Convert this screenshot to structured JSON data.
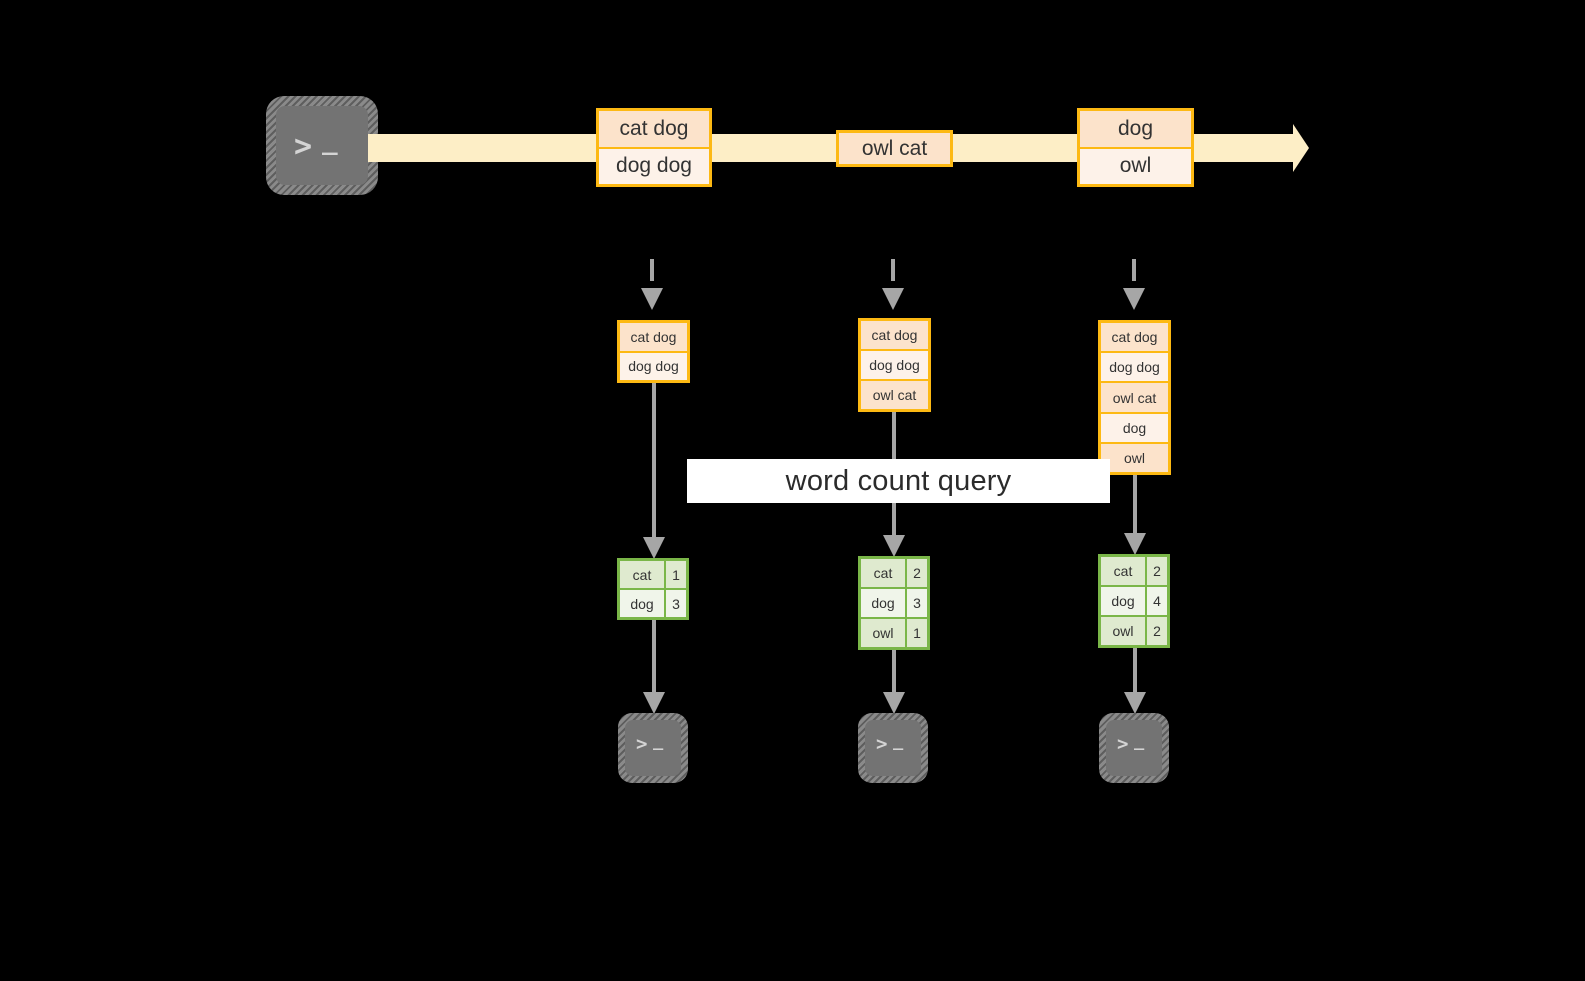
{
  "diagram": {
    "title_label": "word count query",
    "colors": {
      "background": "#000000",
      "stream_arrow": "#fdeec6",
      "record_border": "#fdb913",
      "record_fill_dark": "#fce3cb",
      "record_fill_light": "#fdf2e9",
      "table_border": "#7ab648",
      "table_fill_dark": "#dfeacf",
      "table_fill_light": "#f0f5ea",
      "connector": "#a6a6a6",
      "terminal_fill": "#737373",
      "label_band": "#ffffff"
    }
  },
  "source": {
    "icon": "terminal-icon",
    "glyph_prompt": ">",
    "glyph_cursor": "_"
  },
  "stream": {
    "events": [
      {
        "lines": [
          "cat dog",
          "dog dog"
        ]
      },
      {
        "lines": [
          "owl cat"
        ]
      },
      {
        "lines": [
          "dog",
          "owl"
        ]
      }
    ]
  },
  "snapshots": [
    {
      "state_lines": [
        "cat dog",
        "dog dog"
      ],
      "result": {
        "rows": [
          {
            "word": "cat",
            "count": "1"
          },
          {
            "word": "dog",
            "count": "3"
          }
        ]
      },
      "sink": {
        "icon": "terminal-icon",
        "glyph_prompt": ">",
        "glyph_cursor": "_"
      }
    },
    {
      "state_lines": [
        "cat dog",
        "dog dog",
        "owl cat"
      ],
      "result": {
        "rows": [
          {
            "word": "cat",
            "count": "2"
          },
          {
            "word": "dog",
            "count": "3"
          },
          {
            "word": "owl",
            "count": "1"
          }
        ]
      },
      "sink": {
        "icon": "terminal-icon",
        "glyph_prompt": ">",
        "glyph_cursor": "_"
      }
    },
    {
      "state_lines": [
        "cat dog",
        "dog dog",
        "owl cat",
        "dog",
        "owl"
      ],
      "result": {
        "rows": [
          {
            "word": "cat",
            "count": "2"
          },
          {
            "word": "dog",
            "count": "4"
          },
          {
            "word": "owl",
            "count": "2"
          }
        ]
      },
      "sink": {
        "icon": "terminal-icon",
        "glyph_prompt": ">",
        "glyph_cursor": "_"
      }
    }
  ]
}
